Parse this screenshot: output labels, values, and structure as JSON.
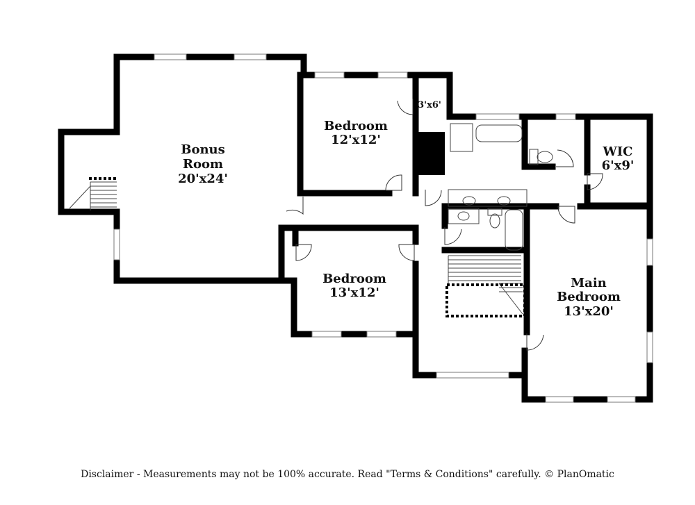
{
  "rooms": {
    "bonus": {
      "name_line1": "Bonus",
      "name_line2": "Room",
      "size": "20'x24'"
    },
    "bedroom_top": {
      "name": "Bedroom",
      "size": "12'x12'"
    },
    "closet_small": {
      "size": "3'x6'"
    },
    "wic": {
      "name": "WIC",
      "size": "6'x9'"
    },
    "bedroom_bottom": {
      "name": "Bedroom",
      "size": "13'x12'"
    },
    "main_bedroom": {
      "name_line1": "Main",
      "name_line2": "Bedroom",
      "size": "13'x20'"
    }
  },
  "disclaimer": "Disclaimer - Measurements may not be 100% accurate. Read \"Terms & Conditions\" carefully. © PlanOmatic"
}
